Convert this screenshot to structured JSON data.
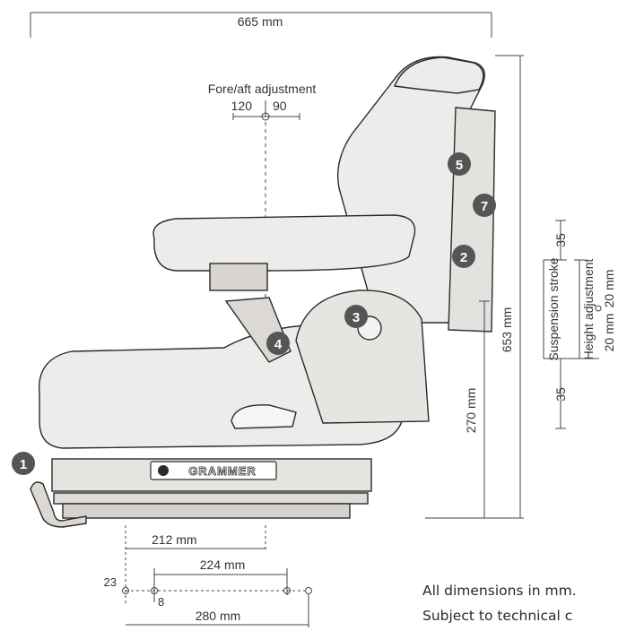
{
  "dimensions": {
    "overall_width": "665 mm",
    "overall_height": "653 mm",
    "seat_height": "270 mm",
    "rail_212": "212  mm",
    "rail_224": "224 mm",
    "rail_280": "280 mm",
    "small_23": "23",
    "small_8": "8"
  },
  "fore_aft": {
    "label": "Fore/aft adjustment",
    "forward": "120",
    "back": "90"
  },
  "suspension": {
    "top_value": "35",
    "bottom_value": "35",
    "stroke_label": "Suspension stroke",
    "height_label": "Height adjustment",
    "up_value": "20 mm",
    "down_value": "20 mm"
  },
  "brand": {
    "name": "GRAMMER"
  },
  "callouts": [
    "1",
    "2",
    "3",
    "4",
    "5",
    "7"
  ],
  "notes": {
    "line1": "All dimensions in mm.",
    "line2": "Subject to technical c"
  },
  "colors": {
    "line": "#444444",
    "seat_fill": "#eeecea",
    "seat_stroke": "#2b2b2b",
    "callout_fill": "#555555",
    "callout_text": "#ffffff"
  }
}
